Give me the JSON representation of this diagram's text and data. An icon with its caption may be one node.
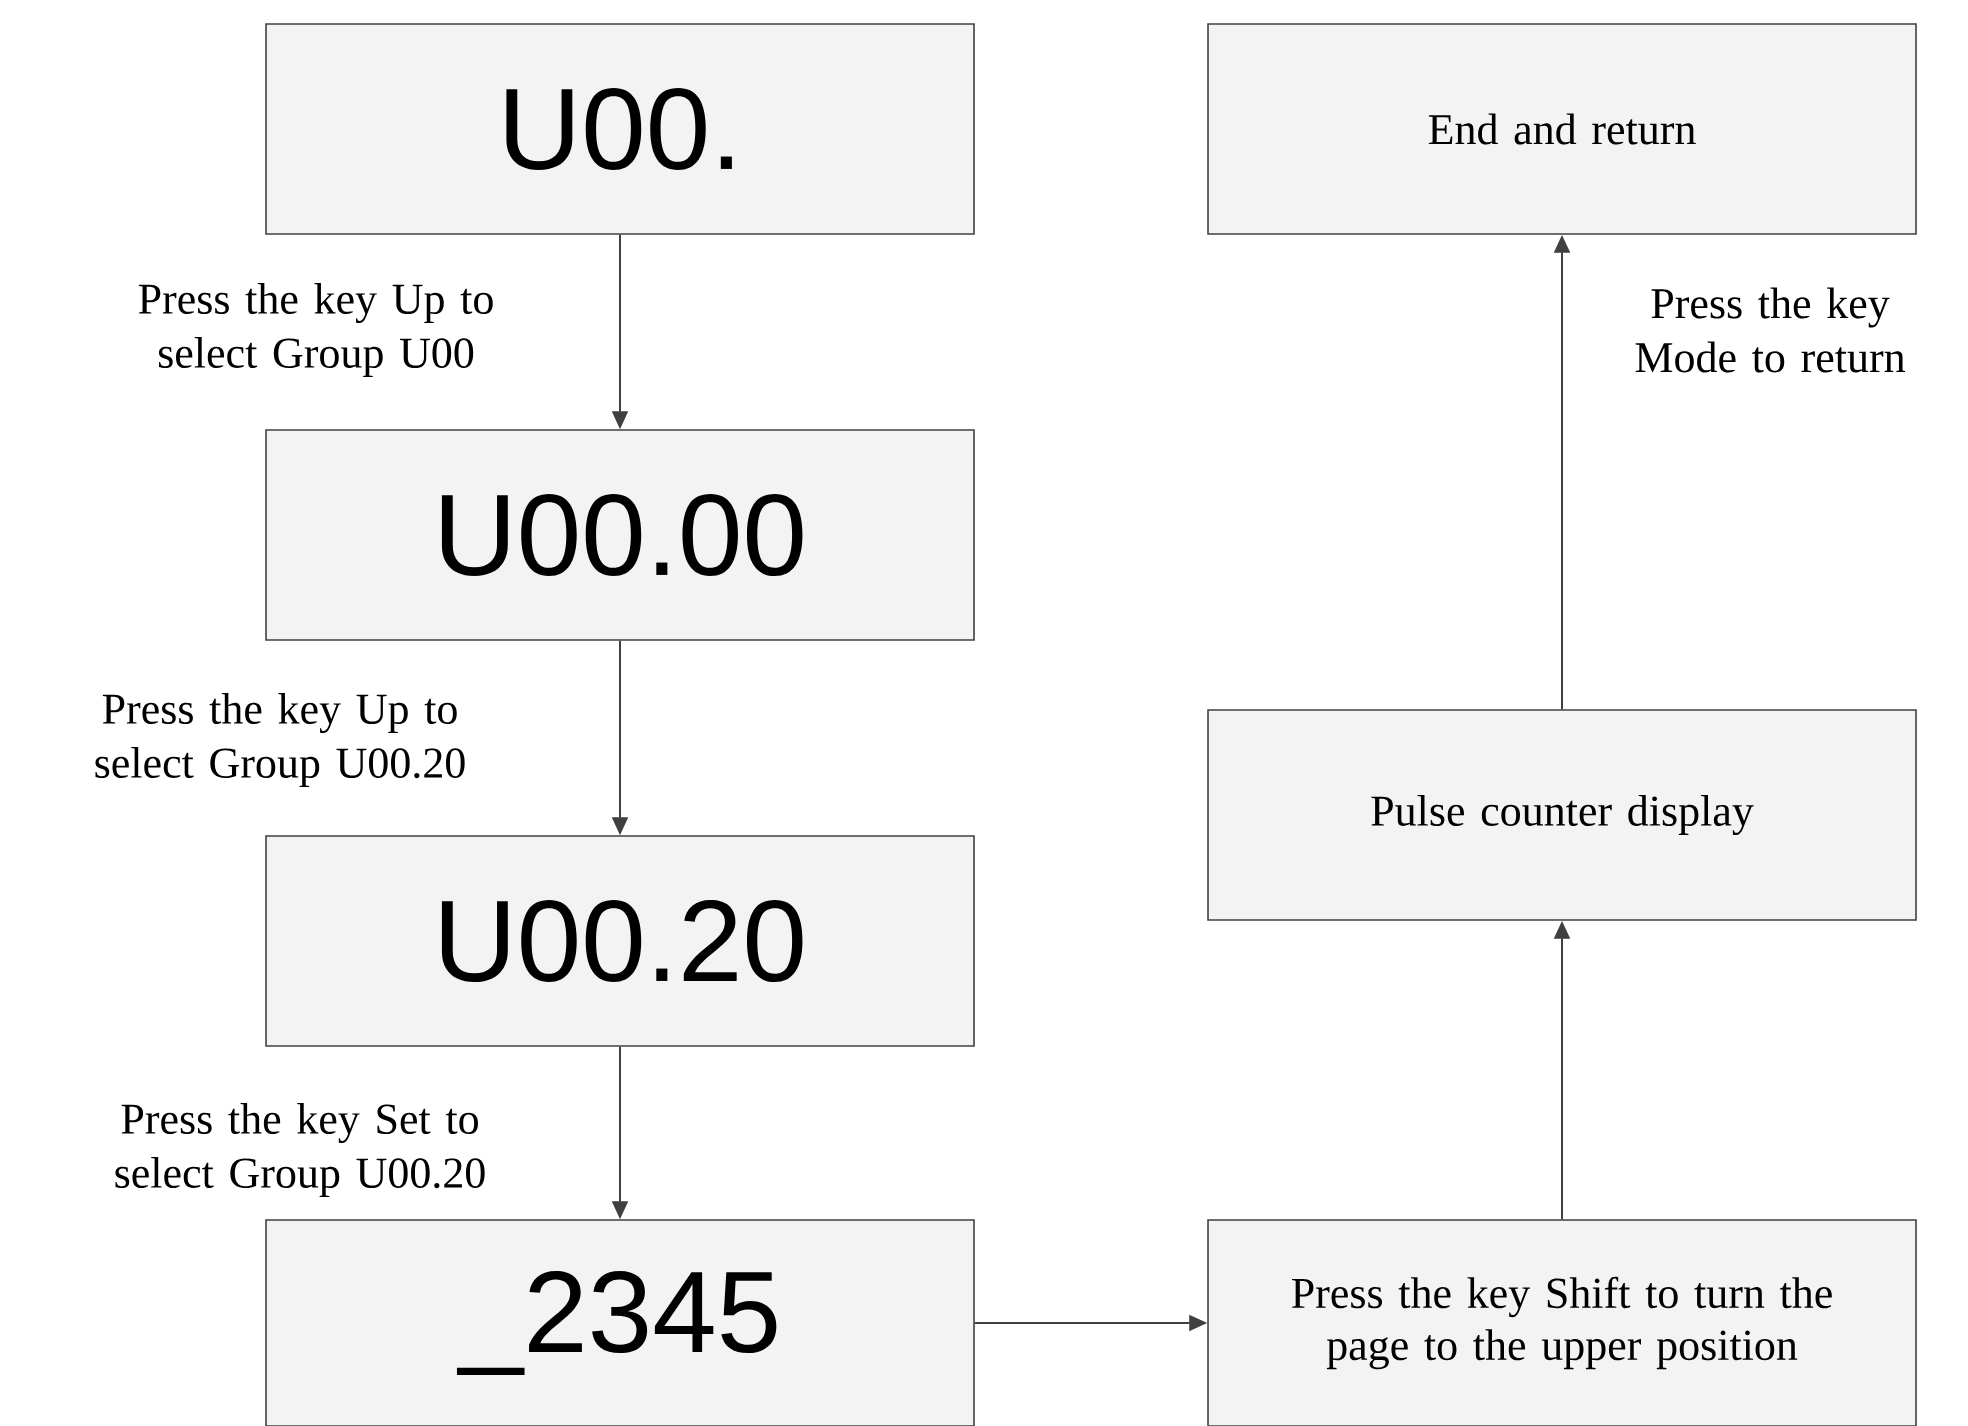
{
  "diagram": {
    "nodes": [
      {
        "text": [
          "U00."
        ]
      },
      {
        "text": [
          "U00.00"
        ]
      },
      {
        "text": [
          "U00.20"
        ]
      },
      {
        "text": [
          "_2345"
        ]
      },
      {
        "text": [
          "End and return"
        ]
      },
      {
        "text": [
          "Pulse counter display"
        ]
      },
      {
        "text": [
          "Press the key Shift to turn the page to the upper position"
        ]
      }
    ],
    "edges": [
      {
        "from": 0,
        "to": 1,
        "arrow": "to",
        "label": "Press the key Up to select Group U00"
      },
      {
        "from": 1,
        "to": 2,
        "arrow": "to",
        "label": "Press the key Up to select Group U00.20"
      },
      {
        "from": 2,
        "to": 3,
        "arrow": "to",
        "label": "Press the key Set to select Group U00.20"
      },
      {
        "from": 3,
        "to": 6,
        "arrow": "to"
      },
      {
        "from": 6,
        "to": 5,
        "arrow": "to"
      },
      {
        "from": 5,
        "to": 4,
        "arrow": "to",
        "label": "Press the key Mode to return"
      }
    ]
  }
}
